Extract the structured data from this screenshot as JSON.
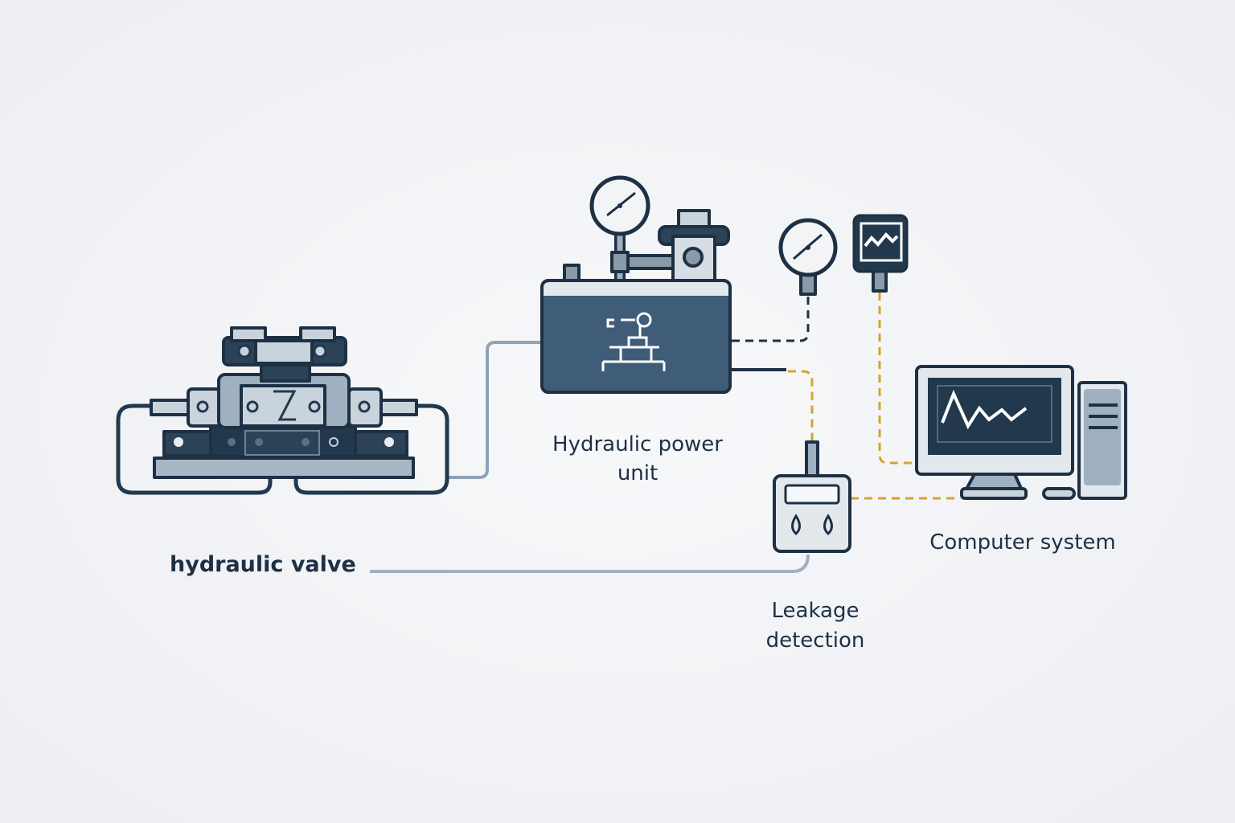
{
  "labels": {
    "valve": "hydraulic valve",
    "power_unit_line1": "Hydraulic power",
    "power_unit_line2": "unit",
    "computer": "Computer system",
    "leakage_line1": "Leakage",
    "leakage_line2": "detection"
  },
  "colors": {
    "dark": "#1e3044",
    "panel": "#3f5c78",
    "light": "#c9d3dc",
    "line_gray": "#8fa3b6",
    "signal_gold": "#d4a52a"
  }
}
